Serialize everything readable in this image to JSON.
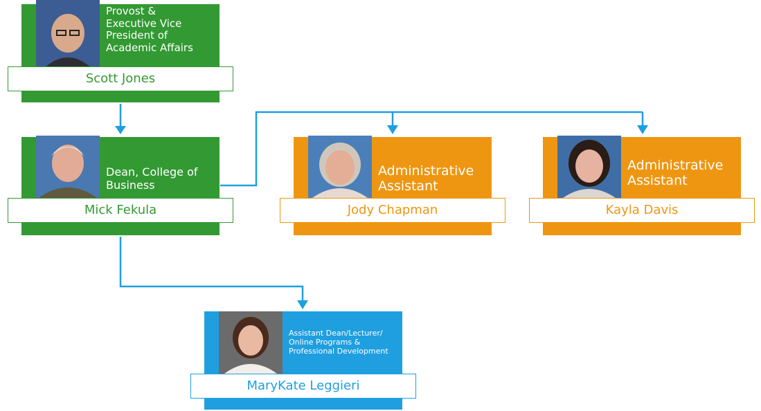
{
  "colors": {
    "green": "#339933",
    "orange": "#ee9611",
    "blue": "#1f9fdf",
    "connector": "#1f9fdf"
  },
  "nodes": {
    "scott": {
      "title": "Provost &\nExecutive Vice\nPresident of\nAcademic Affairs",
      "name": "Scott Jones",
      "photo_icon": "person-photo"
    },
    "mick": {
      "title": "Dean, College of\nBusiness",
      "name": "Mick Fekula",
      "photo_icon": "person-photo"
    },
    "jody": {
      "title": "Administrative\nAssistant",
      "name": "Jody Chapman",
      "photo_icon": "person-photo"
    },
    "kayla": {
      "title": "Administrative\nAssistant",
      "name": "Kayla Davis",
      "photo_icon": "person-photo"
    },
    "marykate": {
      "title": "Assistant Dean/Lecturer/\nOnline Programs &\nProfessional Development",
      "name": "MaryKate Leggieri",
      "photo_icon": "person-photo"
    }
  }
}
